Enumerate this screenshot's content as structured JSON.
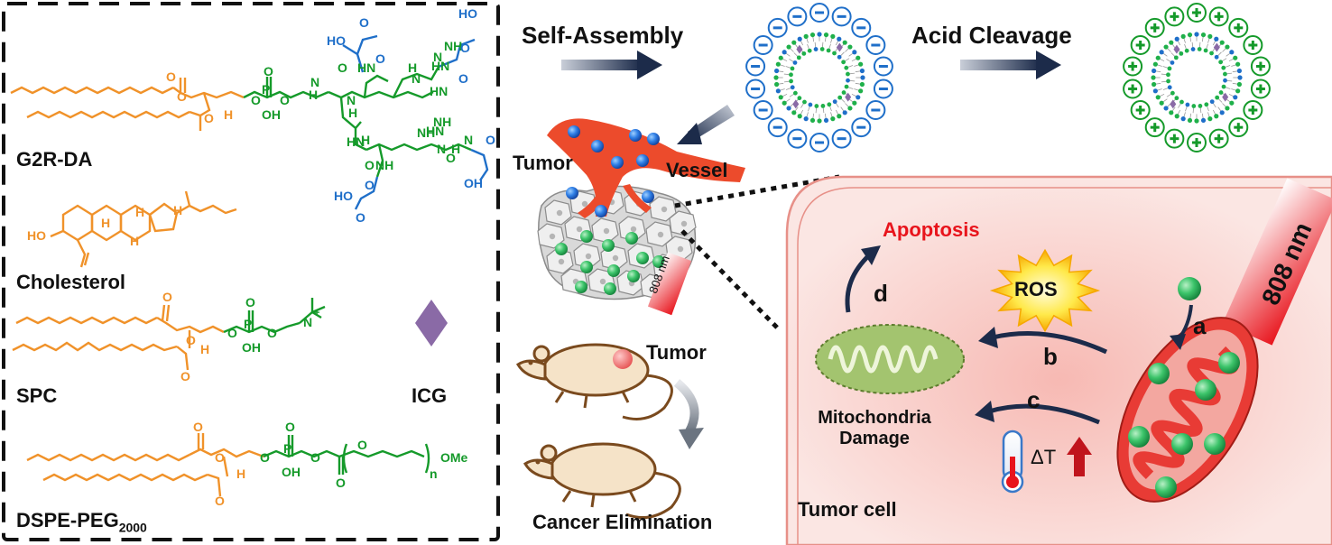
{
  "left_panel": {
    "molecules": [
      {
        "name": "G2R-DA"
      },
      {
        "name": "Cholesterol"
      },
      {
        "name": "SPC"
      },
      {
        "name": "DSPE-PEG",
        "subscript": "2000"
      },
      {
        "name": "ICG"
      }
    ],
    "chem_labels": {
      "oh": "OH",
      "ho": "HO",
      "h": "H",
      "nh": "NH",
      "hn": "HN",
      "n": "N",
      "o": "O",
      "p": "P",
      "oh_p": "OH",
      "n_plus": "N",
      "plus": "+",
      "ome": "OMe",
      "n_sub": "n"
    }
  },
  "flow": {
    "self_assembly": "Self-Assembly",
    "acid_cleavage": "Acid Cleavage",
    "tumor": "Tumor",
    "vessel": "Vessel",
    "laser_small": "808 nm",
    "mouse_tumor": "Tumor",
    "cancer_elimination": "Cancer Elimination"
  },
  "cell": {
    "apoptosis": "Apoptosis",
    "ros": "ROS",
    "mito_damage_line1": "Mitochondria",
    "mito_damage_line2": "Damage",
    "delta_t": "ΔT",
    "tumor_cell": "Tumor cell",
    "laser": "808 nm",
    "step_a": "a",
    "step_b": "b",
    "step_c": "c",
    "step_d": "d"
  },
  "colors": {
    "orange": "#f0922a",
    "green": "#159a2a",
    "blue": "#1f6fc9",
    "red": "#e8141c",
    "navy": "#1c2b4a",
    "cell_fill": "#fbe3e0",
    "mito_red": "#e83b35",
    "icg_purple": "#8a6aa6"
  }
}
